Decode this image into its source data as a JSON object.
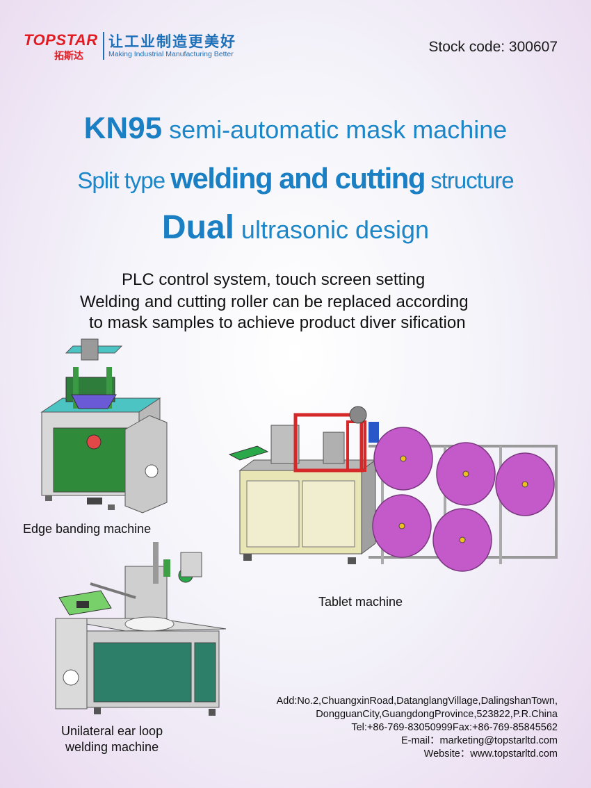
{
  "header": {
    "brand_en": "TOPSTAR",
    "brand_cn": "拓斯达",
    "slogan_cn": "让工业制造更美好",
    "slogan_en": "Making Industrial Manufacturing Better",
    "stock_code": "Stock code: 300607"
  },
  "headline": {
    "line1_bold": "KN95",
    "line1_rest": " semi-automatic mask machine",
    "line2_pre": "Split type ",
    "line2_bold": "welding and cutting",
    "line2_post": " structure",
    "line3_bold": "Dual",
    "line3_rest": " ultrasonic design"
  },
  "features": [
    "PLC control system, touch screen setting",
    "Welding and cutting roller can be replaced according",
    "to mask samples to achieve product diver sification"
  ],
  "machines": {
    "edge": "Edge banding machine",
    "tablet": "Tablet machine",
    "ear_line1": "Unilateral ear loop",
    "ear_line2": "welding machine"
  },
  "contact": {
    "address1": "Add:No.2,ChuangxinRoad,DatanglangVillage,DalingshanTown,",
    "address2": "DongguanCity,GuangdongProvince,523822,P.R.China",
    "tel": "Tel:+86-769-83050999Fax:+86-769-85845562",
    "email": "E-mail：marketing@topstarltd.com",
    "website": "Website：www.topstarltd.com"
  },
  "colors": {
    "brand_red": "#e21b23",
    "brand_blue": "#1d6fb8",
    "headline_blue": "#1b86c8",
    "machine_teal": "#3fb8b8",
    "roll_magenta": "#c45ac9"
  }
}
